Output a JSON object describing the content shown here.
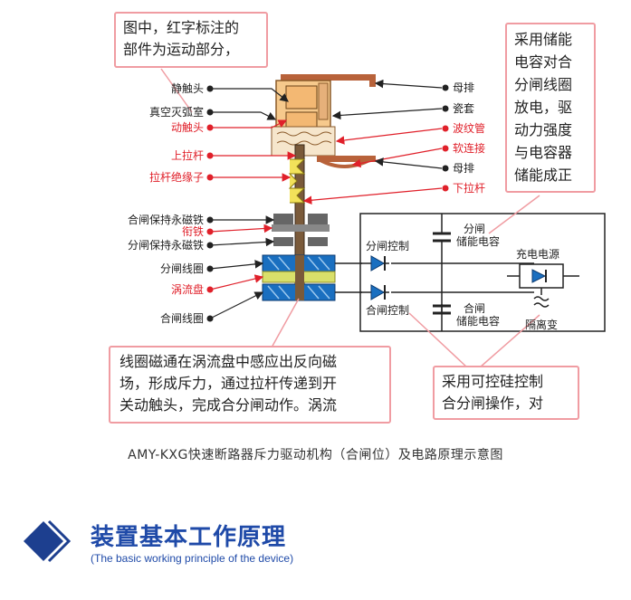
{
  "callouts": {
    "moving_parts": [
      "图中，红字标注的",
      "部件为运动部分，"
    ],
    "capacitor_note": [
      "采用储能",
      "电容对合",
      "分闸线圈",
      "放电，驱",
      "动力强度",
      "与电容器",
      "储能成正"
    ],
    "coil_note": [
      "线圈磁通在涡流盘中感应出反向磁",
      "场，形成斥力，通过拉杆传递到开",
      "关动触头，完成合分闸动作。涡流"
    ],
    "thyristor_note": [
      "采用可控硅控制",
      "合分闸操作，对"
    ]
  },
  "left_labels": [
    {
      "text": "静触头",
      "color": "black"
    },
    {
      "text": "真空灭弧室",
      "color": "black"
    },
    {
      "text": "动触头",
      "color": "red"
    },
    {
      "text": "上拉杆",
      "color": "red"
    },
    {
      "text": "拉杆绝缘子",
      "color": "red"
    },
    {
      "text": "合闸保持永磁铁",
      "color": "black"
    },
    {
      "text": "衔铁",
      "color": "red"
    },
    {
      "text": "分闸保持永磁铁",
      "color": "black"
    },
    {
      "text": "分闸线圈",
      "color": "black"
    },
    {
      "text": "涡流盘",
      "color": "red"
    },
    {
      "text": "合闸线圈",
      "color": "black"
    }
  ],
  "right_labels": [
    {
      "text": "母排",
      "color": "black"
    },
    {
      "text": "瓷套",
      "color": "black"
    },
    {
      "text": "波纹管",
      "color": "red"
    },
    {
      "text": "软连接",
      "color": "red"
    },
    {
      "text": "母排",
      "color": "black"
    },
    {
      "text": "下拉杆",
      "color": "red"
    }
  ],
  "circuit": {
    "open_capacitor": [
      "分闸",
      "储能电容"
    ],
    "open_control": "分闸控制",
    "close_control": "合闸控制",
    "close_capacitor": [
      "合闸",
      "储能电容"
    ],
    "charger": "充电电源",
    "isolation_transformer": "隔离变"
  },
  "caption": "AMY-KXG快速断路器斥力驱动机构（合闸位）及电路原理示意图",
  "section": {
    "title": "装置基本工作原理",
    "subtitle": "(The basic working principle of the device)"
  },
  "colors": {
    "callout_border": "#f09ca2",
    "red_label": "#e0202a",
    "busbar": "#b8623a",
    "coil_blue": "#1a6fc0",
    "disc_yellow": "#d9e06a",
    "insulator_yellow": "#f2e25a",
    "chamber_fill": "#f6c98c",
    "title_blue": "#1f4aa8",
    "diamond_blue": "#1d3f8f"
  }
}
